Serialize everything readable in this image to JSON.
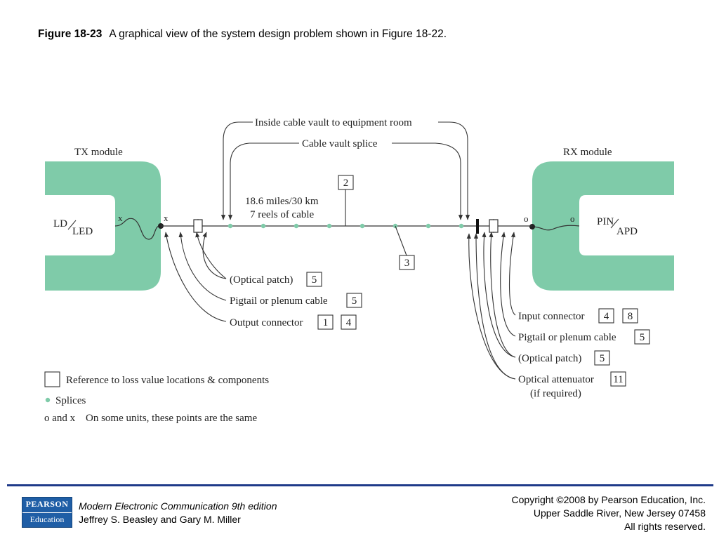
{
  "caption": {
    "figure_number": "Figure 18-23",
    "text": "A graphical view of the system design problem shown in Figure 18-22."
  },
  "diagram": {
    "colors": {
      "module_fill": "#7fcba9",
      "splice_dot": "#7fcba9",
      "line": "#333333"
    },
    "tx_module_label": "TX module",
    "rx_module_label": "RX module",
    "tx_ld": "LD",
    "tx_led": "LED",
    "rx_pin": "PIN",
    "rx_apd": "APD",
    "mark_x": "x",
    "mark_o": "o",
    "inside_vault_label": "Inside cable vault to equipment room",
    "vault_splice_label": "Cable vault splice",
    "cable_length": "18.6 miles/30 km",
    "cable_reels": "7 reels of cable",
    "ref_2": "2",
    "ref_3": "3",
    "left_callouts": [
      {
        "label": "(Optical patch)",
        "refs": [
          "5"
        ]
      },
      {
        "label": "Pigtail or plenum cable",
        "refs": [
          "5"
        ]
      },
      {
        "label": "Output connector",
        "refs": [
          "1",
          "4"
        ]
      }
    ],
    "right_callouts": [
      {
        "label": "Input connector",
        "refs": [
          "4",
          "8"
        ]
      },
      {
        "label": "Pigtail or plenum cable",
        "refs": [
          "5"
        ]
      },
      {
        "label": "(Optical patch)",
        "refs": [
          "5"
        ]
      },
      {
        "label": "Optical attenuator",
        "label2": "(if  required)",
        "refs": [
          "11"
        ]
      }
    ],
    "legend": {
      "box_text": "Reference to loss value locations & components",
      "splices_text": "Splices",
      "ox_symbol": "o and x",
      "ox_text": "On some units, these points are the same"
    }
  },
  "footer": {
    "logo_line1": "PEARSON",
    "logo_line2": "Education",
    "book_title": "Modern Electronic Communication 9th edition",
    "authors": "Jeffrey S. Beasley and Gary M. Miller",
    "copyright_line1": "Copyright ©2008 by Pearson Education, Inc.",
    "copyright_line2": "Upper Saddle River, New Jersey 07458",
    "copyright_line3": "All rights reserved."
  }
}
